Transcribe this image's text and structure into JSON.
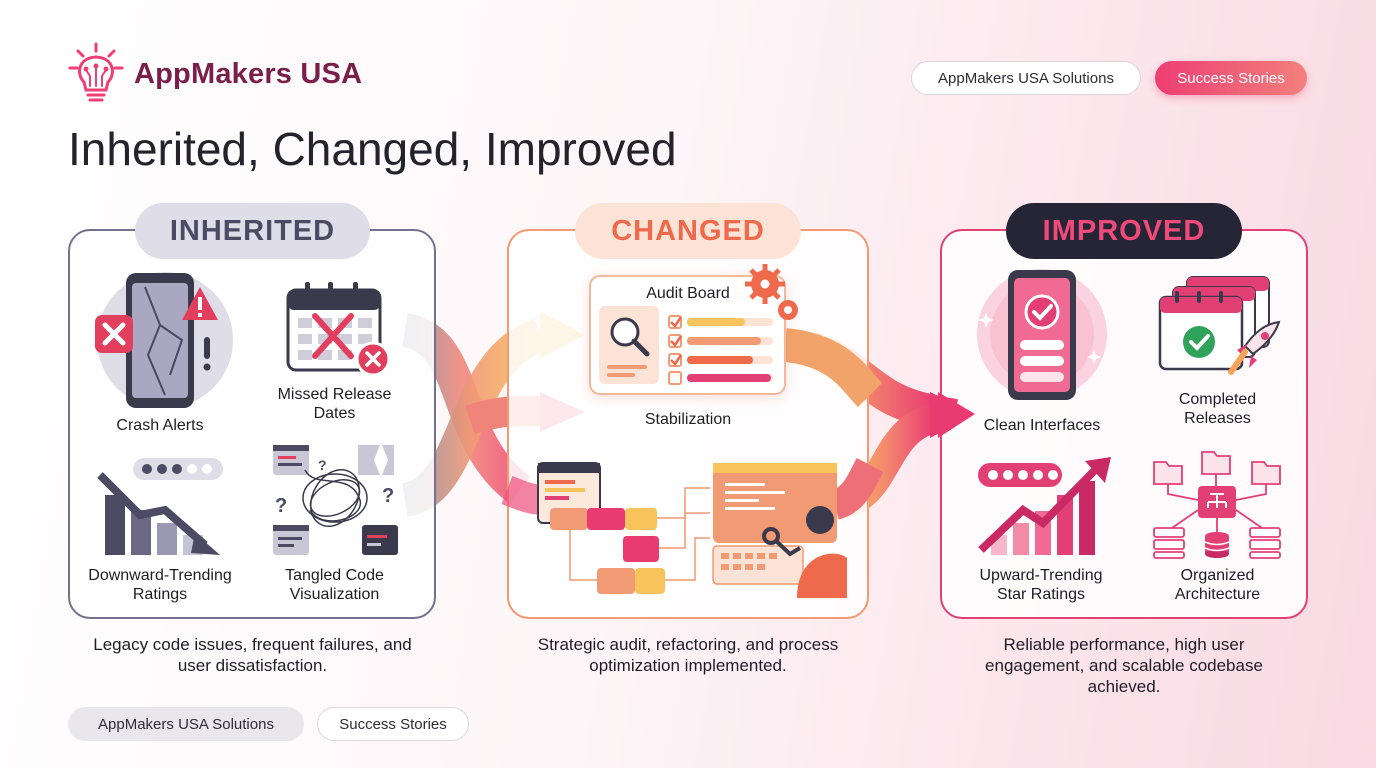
{
  "brand": {
    "name": "AppMakers USA",
    "icon": "lightbulb-circuit-icon",
    "color": "#7a1f4a"
  },
  "nav": {
    "solutions_label": "AppMakers USA Solutions",
    "stories_label": "Success Stories"
  },
  "page": {
    "title": "Inherited, Changed, Improved"
  },
  "colors": {
    "inherited": "#74728a",
    "changed": "#f29a74",
    "improved": "#e23f75",
    "accent": "#ee3e74"
  },
  "stages": {
    "inherited": {
      "heading": "INHERITED",
      "items": [
        "Crash Alerts",
        "Missed Release Dates",
        "Downward-Trending Ratings",
        "Tangled Code Visualization"
      ],
      "description": "Legacy code issues, frequent failures, and user dissatisfaction."
    },
    "changed": {
      "heading": "CHANGED",
      "board_title": "Audit Board",
      "items": [
        "Stabilization"
      ],
      "description": "Strategic audit, refactoring, and process optimization implemented."
    },
    "improved": {
      "heading": "IMPROVED",
      "items": [
        "Clean Interfaces",
        "Completed Releases",
        "Upward-Trending Star Ratings",
        "Organized Architecture"
      ],
      "description": "Reliable performance, high user engagement, and scalable codebase achieved."
    }
  },
  "footer": {
    "solutions_label": "AppMakers USA Solutions",
    "stories_label": "Success Stories"
  }
}
